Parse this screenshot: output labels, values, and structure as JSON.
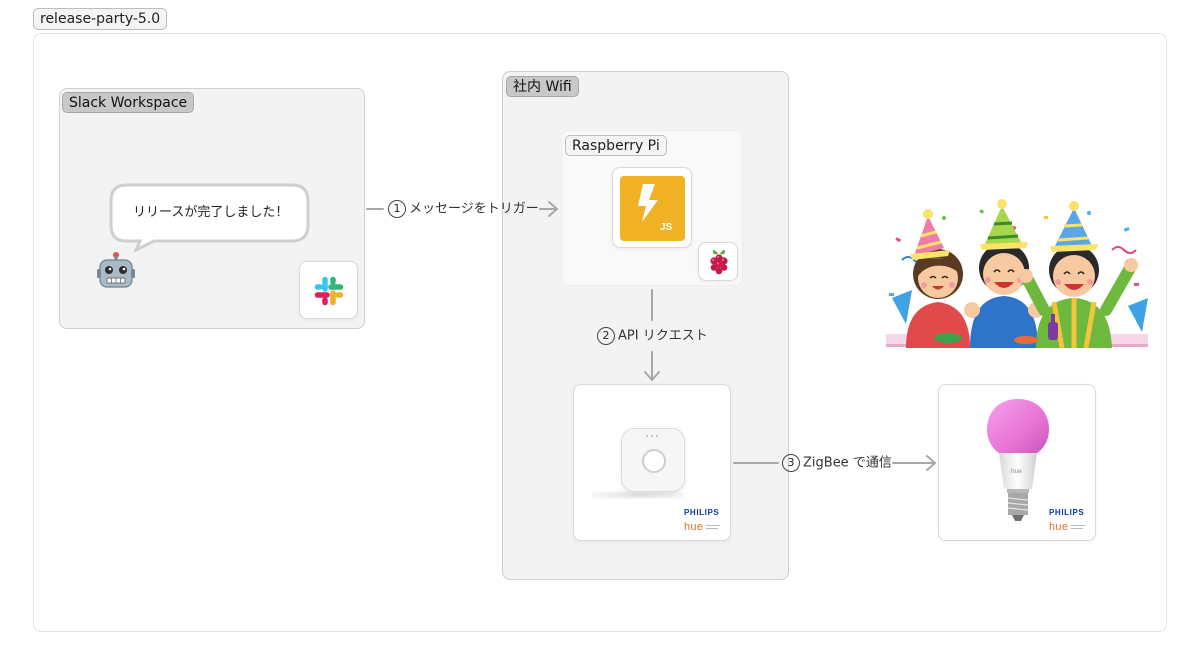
{
  "frame": {
    "title": "release-party-5.0"
  },
  "groups": {
    "slack": {
      "title": "Slack Workspace",
      "message": "リリースが完了しました！"
    },
    "wifi": {
      "title": "社内 Wifi"
    },
    "pi": {
      "title": "Raspberry Pi",
      "app_badge": "JS"
    }
  },
  "flows": {
    "step1": {
      "num": "1",
      "text": "メッセージをトリガー"
    },
    "step2": {
      "num": "2",
      "text": "API リクエスト"
    },
    "step3": {
      "num": "3",
      "text": "ZigBee で通信"
    }
  },
  "devices": {
    "bridge": {
      "brand": "PHILIPS",
      "product": "hue"
    },
    "bulb": {
      "brand": "PHILIPS",
      "product": "hue",
      "bulb_text": "hue"
    }
  },
  "icons": {
    "bot": "robot-icon",
    "slack": "slack-logo-icon",
    "app": "lightning-js-icon",
    "pi": "raspberry-pi-icon",
    "party": "party-people-illustration"
  },
  "colors": {
    "arrow": "#a8a8a8",
    "js_yellow": "#f1b124",
    "pi_red": "#c51a4a",
    "bulb_pink": "#ea7fd8"
  }
}
